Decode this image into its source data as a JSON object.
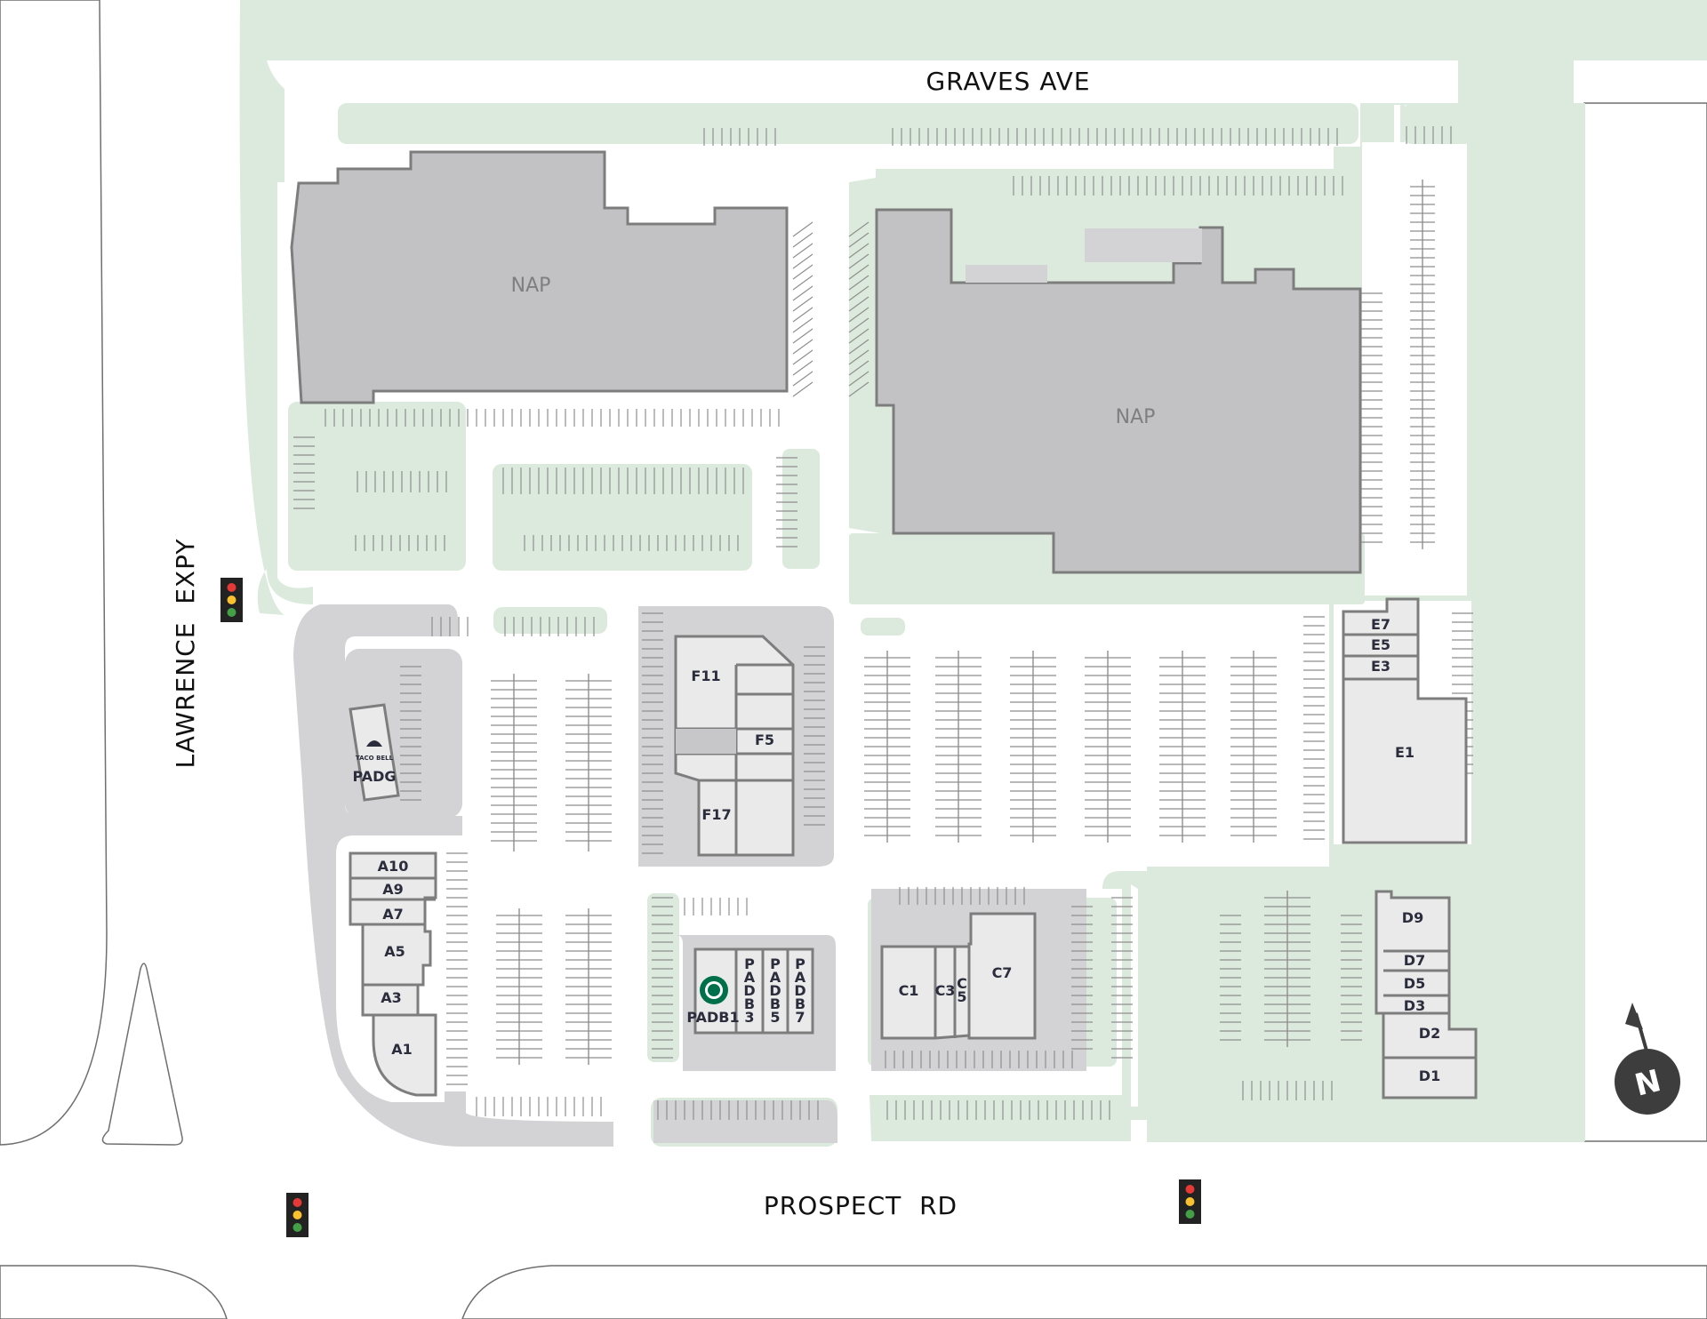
{
  "streets": {
    "north": "GRAVES AVE",
    "south": "PROSPECT  RD",
    "west": "LAWRENCE  EXPY"
  },
  "anchors": {
    "left": "NAP",
    "right": "NAP"
  },
  "units": {
    "padg": "PADG",
    "f11": "F11",
    "f5": "F5",
    "f17": "F17",
    "e7": "E7",
    "e5": "E5",
    "e3": "E3",
    "e1": "E1",
    "a10": "A10",
    "a9": "A9",
    "a7": "A7",
    "a5": "A5",
    "a3": "A3",
    "a1": "A1",
    "padb1": "PADB1",
    "padb3": "PADB3",
    "padb5": "PADB5",
    "padb7": "PADB7",
    "c1": "C1",
    "c3": "C3",
    "c5": "C5",
    "c7": "C7",
    "d9": "D9",
    "d7": "D7",
    "d5": "D5",
    "d3": "D3",
    "d2": "D2",
    "d1": "D1"
  },
  "north_arrow": "N",
  "tenant_logos": {
    "padg": "TACO BELL"
  },
  "colors": {
    "anchor_fill": "#c2c2c4",
    "building_fill": "#eaeaea",
    "landscape": "#dbeadd",
    "lot": "#d3d3d5",
    "signal_red": "#e53935",
    "signal_yellow": "#fbc02d",
    "signal_green": "#43a047",
    "starbucks_green": "#00704a"
  },
  "icons": [
    "traffic-light-icon",
    "starbucks-logo-icon",
    "taco-bell-logo-icon",
    "north-arrow-icon"
  ]
}
